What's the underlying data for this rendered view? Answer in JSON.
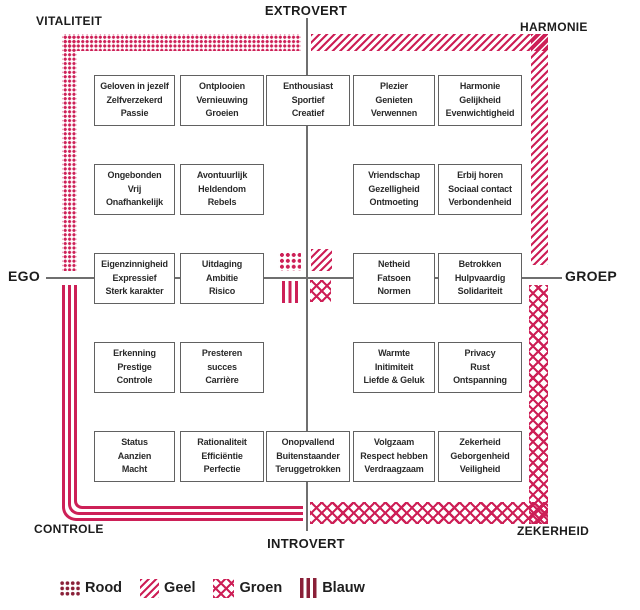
{
  "colors": {
    "crimson": "#cd2057",
    "dark_red": "#8a2038",
    "axis_line": "#6f6f6f",
    "box_border": "#616161",
    "label_text": "#1c1c1c"
  },
  "axis_labels": {
    "top": "EXTROVERT",
    "bottom": "INTROVERT",
    "left": "EGO",
    "right": "GROEP"
  },
  "quadrants": {
    "top_left": {
      "label": "VITALITEIT",
      "pattern": "dots",
      "color_name": "Rood"
    },
    "top_right": {
      "label": "HARMONIE",
      "pattern": "diagonal",
      "color_name": "Geel"
    },
    "bottom_left": {
      "label": "CONTROLE",
      "pattern": "bars",
      "color_name": "Blauw"
    },
    "bottom_right": {
      "label": "ZEKERHEID",
      "pattern": "crosshatch",
      "color_name": "Groen"
    }
  },
  "center_key": [
    {
      "position": "top-left",
      "pattern": "dots"
    },
    {
      "position": "top-right",
      "pattern": "diagonal"
    },
    {
      "position": "bottom-left",
      "pattern": "bars"
    },
    {
      "position": "bottom-right",
      "pattern": "crosshatch"
    }
  ],
  "value_boxes": [
    {
      "id": "geloven-in-jezelf",
      "col": "a",
      "row": 1,
      "lines": [
        "Geloven in jezelf",
        "Zelfverzekerd",
        "Passie"
      ]
    },
    {
      "id": "ontplooien",
      "col": "b",
      "row": 1,
      "lines": [
        "Ontplooien",
        "Vernieuwing",
        "Groeien"
      ]
    },
    {
      "id": "enthousiast",
      "col": "ctr",
      "row": 1,
      "lines": [
        "Enthousiast",
        "Sportief",
        "Creatief"
      ]
    },
    {
      "id": "plezier",
      "col": "c",
      "row": 1,
      "lines": [
        "Plezier",
        "Genieten",
        "Verwennen"
      ]
    },
    {
      "id": "harmonie",
      "col": "d",
      "row": 1,
      "lines": [
        "Harmonie",
        "Gelijkheid",
        "Evenwichtigheid"
      ]
    },
    {
      "id": "ongebonden",
      "col": "a",
      "row": 2,
      "lines": [
        "Ongebonden",
        "Vrij",
        "Onafhankelijk"
      ]
    },
    {
      "id": "avontuurlijk",
      "col": "b",
      "row": 2,
      "lines": [
        "Avontuurlijk",
        "Heldendom",
        "Rebels"
      ]
    },
    {
      "id": "vriendschap",
      "col": "c",
      "row": 2,
      "lines": [
        "Vriendschap",
        "Gezelligheid",
        "Ontmoeting"
      ]
    },
    {
      "id": "erbij-horen",
      "col": "d",
      "row": 2,
      "lines": [
        "Erbij horen",
        "Sociaal contact",
        "Verbondenheid"
      ]
    },
    {
      "id": "eigenzinnigheid",
      "col": "a",
      "row": 3,
      "lines": [
        "Eigenzinnigheid",
        "Expressief",
        "Sterk karakter"
      ]
    },
    {
      "id": "uitdaging",
      "col": "b",
      "row": 3,
      "lines": [
        "Uitdaging",
        "Ambitie",
        "Risico"
      ]
    },
    {
      "id": "netheid",
      "col": "c",
      "row": 3,
      "lines": [
        "Netheid",
        "Fatsoen",
        "Normen"
      ]
    },
    {
      "id": "betrokken",
      "col": "d",
      "row": 3,
      "lines": [
        "Betrokken",
        "Hulpvaardig",
        "Solidariteit"
      ]
    },
    {
      "id": "erkenning",
      "col": "a",
      "row": 4,
      "lines": [
        "Erkenning",
        "Prestige",
        "Controle"
      ]
    },
    {
      "id": "presteren",
      "col": "b",
      "row": 4,
      "lines": [
        "Presteren",
        "succes",
        "Carrière"
      ]
    },
    {
      "id": "warmte",
      "col": "c",
      "row": 4,
      "lines": [
        "Warmte",
        "Initimiteit",
        "Liefde & Geluk"
      ]
    },
    {
      "id": "privacy",
      "col": "d",
      "row": 4,
      "lines": [
        "Privacy",
        "Rust",
        "Ontspanning"
      ]
    },
    {
      "id": "status",
      "col": "a",
      "row": 5,
      "lines": [
        "Status",
        "Aanzien",
        "Macht"
      ]
    },
    {
      "id": "rationaliteit",
      "col": "b",
      "row": 5,
      "lines": [
        "Rationaliteit",
        "Efficiëntie",
        "Perfectie"
      ]
    },
    {
      "id": "onopvallend",
      "col": "ctr",
      "row": 5,
      "lines": [
        "Onopvallend",
        "Buitenstaander",
        "Teruggetrokken"
      ]
    },
    {
      "id": "volgzaam",
      "col": "c",
      "row": 5,
      "lines": [
        "Volgzaam",
        "Respect hebben",
        "Verdraagzaam"
      ]
    },
    {
      "id": "zekerheid",
      "col": "d",
      "row": 5,
      "lines": [
        "Zekerheid",
        "Geborgenheid",
        "Veiligheid"
      ]
    }
  ],
  "legend": {
    "items": [
      {
        "pattern": "dots",
        "label": "Rood"
      },
      {
        "pattern": "diagonal",
        "label": "Geel"
      },
      {
        "pattern": "crosshatch",
        "label": "Groen"
      },
      {
        "pattern": "bars",
        "label": "Blauw"
      }
    ]
  }
}
